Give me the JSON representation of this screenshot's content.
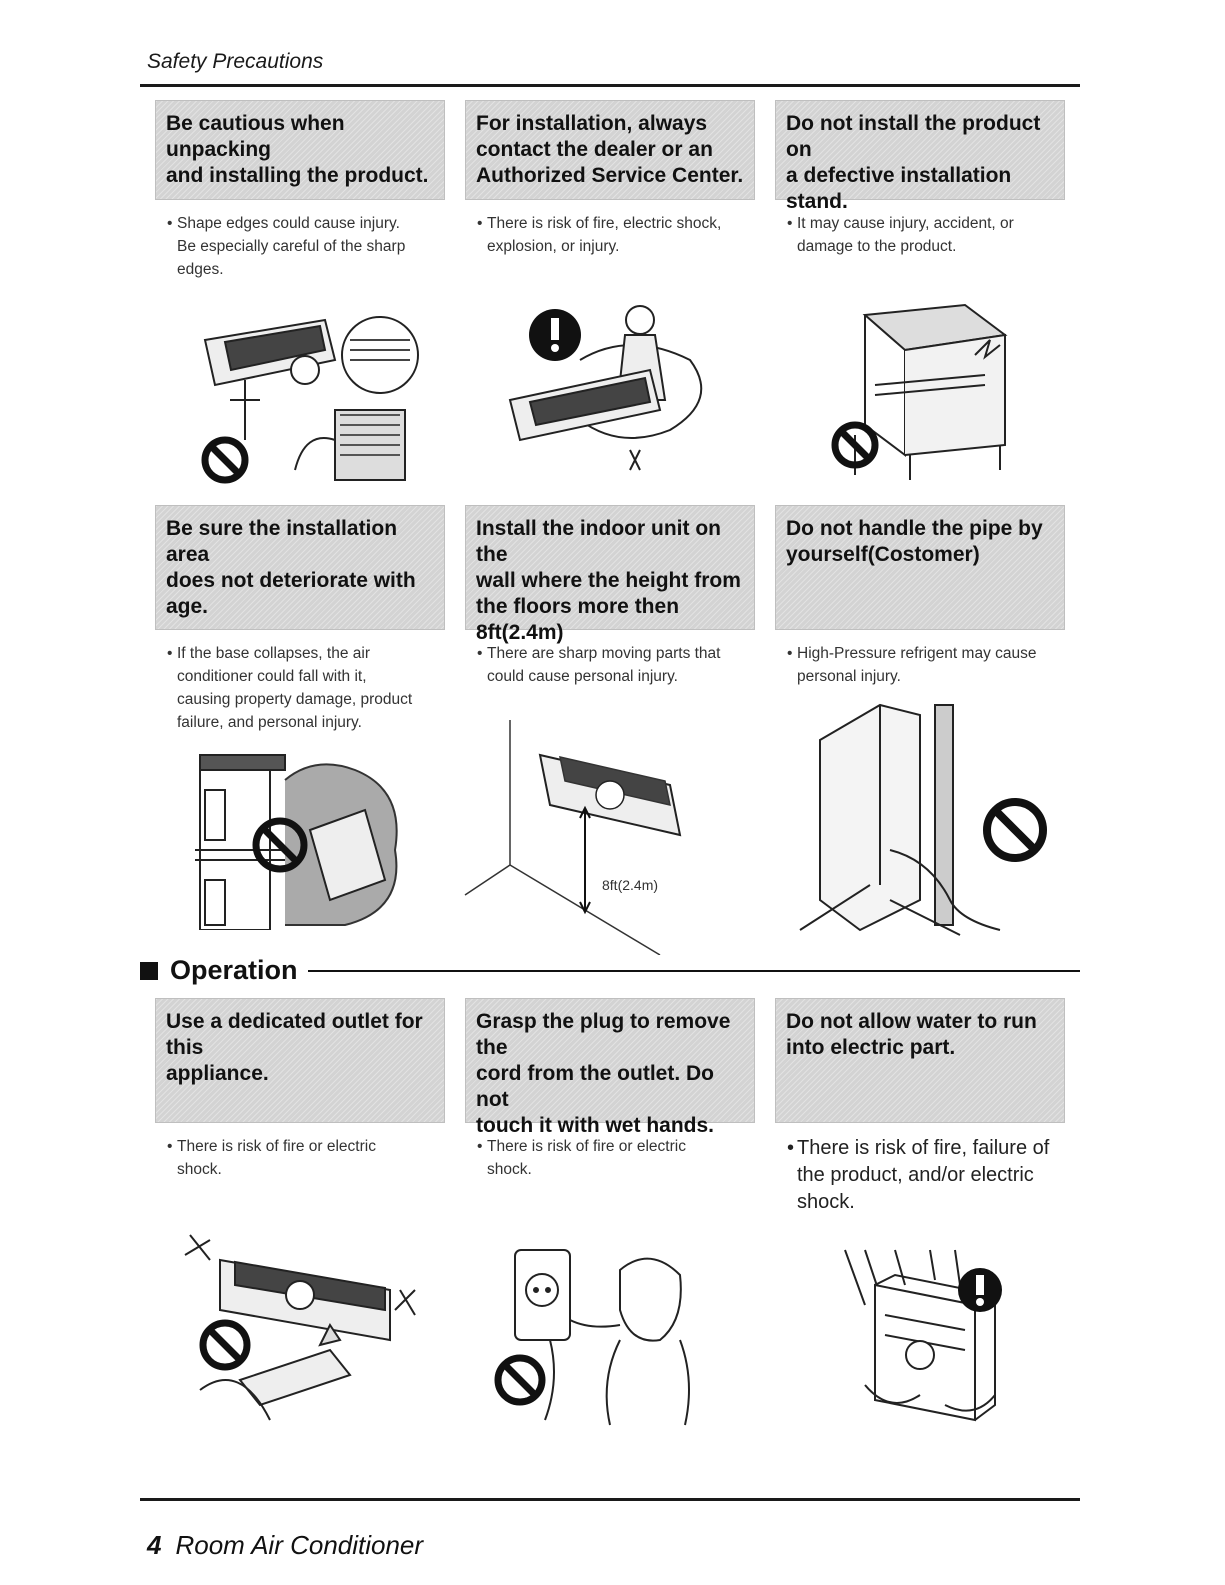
{
  "header": {
    "title": "Safety Precautions"
  },
  "sections": {
    "operation": {
      "label": "Operation"
    }
  },
  "cards": [
    {
      "title": [
        "Be cautious when unpacking",
        "and installing the product."
      ],
      "text": [
        "Shape edges could cause injury.",
        "Be especially careful of the sharp",
        "edges."
      ]
    },
    {
      "title": [
        "For installation, always",
        "contact the dealer or an",
        "Authorized Service Center."
      ],
      "text": [
        "There is risk of fire, electric shock,",
        "explosion, or injury."
      ]
    },
    {
      "title": [
        "Do not install the product on",
        "a defective installation stand."
      ],
      "text": [
        "It may cause injury, accident, or",
        "damage to the product."
      ]
    },
    {
      "title": [
        "Be sure the installation area",
        "does not deteriorate with age."
      ],
      "text": [
        "If the base collapses, the air",
        "conditioner could fall with it,",
        "causing property damage, product",
        "failure, and personal injury."
      ]
    },
    {
      "title": [
        "Install the indoor unit on the",
        "wall where the height from",
        "the floors more then 8ft(2.4m)"
      ],
      "text": [
        "There are sharp moving parts that",
        "could cause personal injury."
      ],
      "figure_label": "8ft(2.4m)"
    },
    {
      "title": [
        "Do not handle the pipe by",
        "yourself(Costomer)"
      ],
      "text": [
        "High-Pressure refrigent may cause",
        "personal injury."
      ]
    },
    {
      "title": [
        "Use a dedicated outlet for this",
        "appliance."
      ],
      "text": [
        "There is risk of fire or electric",
        "shock."
      ]
    },
    {
      "title": [
        "Grasp the plug to remove the",
        "cord from the outlet. Do not",
        "touch it with wet hands."
      ],
      "text": [
        "There is risk of fire or electric",
        "shock."
      ]
    },
    {
      "title": [
        "Do not allow water to run",
        "into electric part."
      ],
      "text": [
        "There is risk of fire, failure of",
        "the product, and/or electric",
        "shock."
      ]
    }
  ],
  "footer": {
    "page_number": "4",
    "title": "Room Air Conditioner"
  }
}
